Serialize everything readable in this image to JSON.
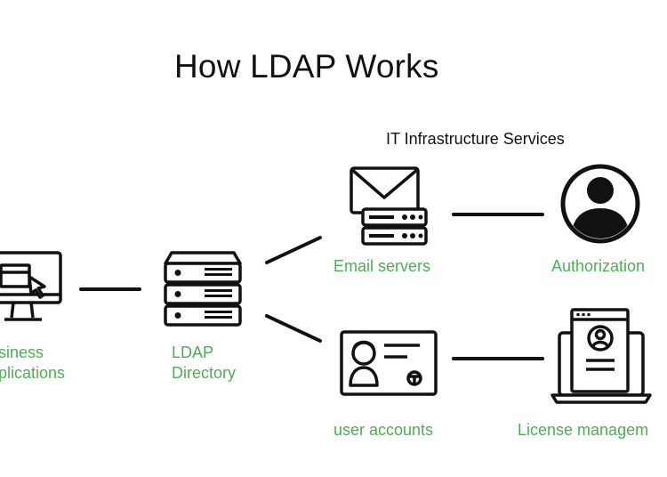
{
  "diagram": {
    "title": "How LDAP Works",
    "subtitle": "IT Infrastructure Services",
    "accent_color": "#4caf50",
    "nodes": [
      {
        "id": "business-applications",
        "label_lines": [
          "siness",
          "plications"
        ],
        "icon": "desktop-computer-icon"
      },
      {
        "id": "ldap-directory",
        "label_lines": [
          "LDAP",
          "Directory"
        ],
        "icon": "server-stack-icon"
      },
      {
        "id": "email-servers",
        "label_lines": [
          "Email servers"
        ],
        "icon": "email-server-icon"
      },
      {
        "id": "user-accounts",
        "label_lines": [
          "user accounts"
        ],
        "icon": "id-card-icon"
      },
      {
        "id": "authorization",
        "label_lines": [
          "Authorization"
        ],
        "icon": "user-avatar-icon"
      },
      {
        "id": "license-management",
        "label_lines": [
          "License managem"
        ],
        "icon": "laptop-profile-icon"
      }
    ],
    "edges": [
      {
        "from": "business-applications",
        "to": "ldap-directory"
      },
      {
        "from": "ldap-directory",
        "to": "email-servers"
      },
      {
        "from": "ldap-directory",
        "to": "user-accounts"
      },
      {
        "from": "email-servers",
        "to": "authorization"
      },
      {
        "from": "user-accounts",
        "to": "license-management"
      }
    ]
  }
}
